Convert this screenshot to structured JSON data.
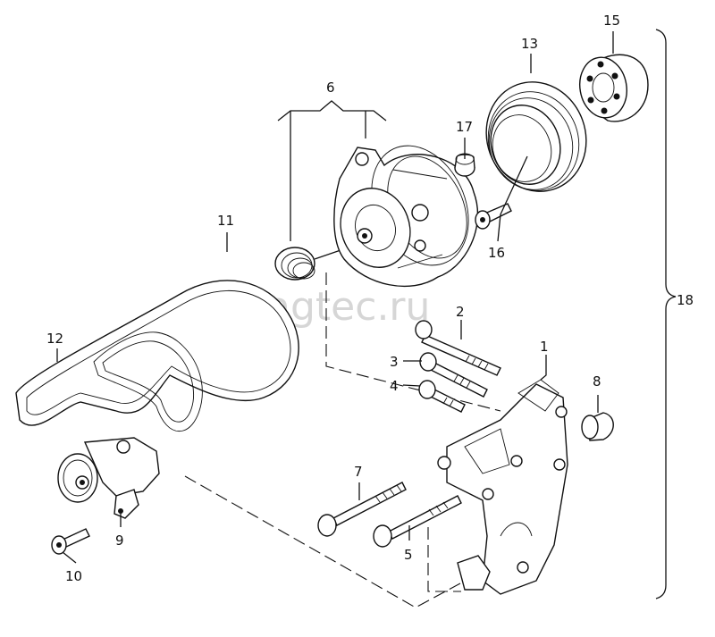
{
  "watermark": "vagtec.ru",
  "callouts": [
    {
      "id": "1",
      "label": "1"
    },
    {
      "id": "2",
      "label": "2"
    },
    {
      "id": "3",
      "label": "3"
    },
    {
      "id": "4",
      "label": "4"
    },
    {
      "id": "5",
      "label": "5"
    },
    {
      "id": "6",
      "label": "6"
    },
    {
      "id": "7",
      "label": "7"
    },
    {
      "id": "8",
      "label": "8"
    },
    {
      "id": "9",
      "label": "9"
    },
    {
      "id": "10",
      "label": "10"
    },
    {
      "id": "11",
      "label": "11"
    },
    {
      "id": "12",
      "label": "12"
    },
    {
      "id": "13",
      "label": "13"
    },
    {
      "id": "15",
      "label": "15"
    },
    {
      "id": "16",
      "label": "16"
    },
    {
      "id": "17",
      "label": "17"
    },
    {
      "id": "18",
      "label": "18"
    }
  ]
}
